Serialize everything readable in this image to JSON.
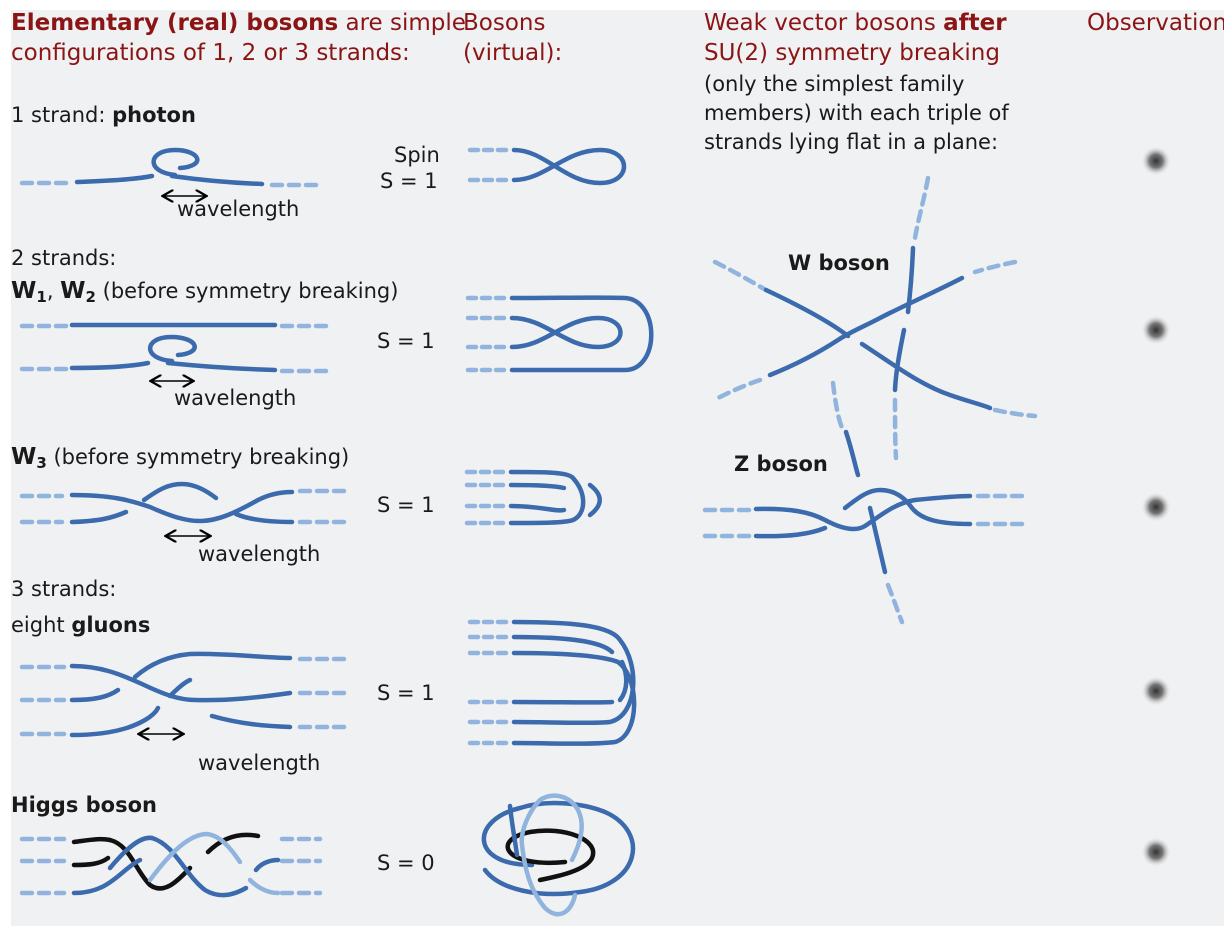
{
  "headers": {
    "elementary_bold": "Elementary (real) bosons",
    "elementary_rest1": " are simple",
    "elementary_line2": "configurations of 1, 2 or 3 strands:",
    "virtual_line1": "Bosons",
    "virtual_line2": "(virtual):",
    "weak_line1_a": "Weak vector bosons ",
    "weak_line1_bold": "after",
    "weak_line2": "SU(2) symmetry breaking",
    "weak_line3": "(only the simplest family",
    "weak_line4": "members) with each triple of",
    "weak_line5": "strands lying flat in a plane:",
    "observation": "Observation"
  },
  "rows": {
    "photon": {
      "prefix": "1 strand: ",
      "name": "photon",
      "wavelength": "wavelength",
      "spin_word": "Spin",
      "spin": "S = 1"
    },
    "w12": {
      "prefix": "2 strands:",
      "w": "W",
      "sub1": "1",
      "sep": ", ",
      "sub2": "2",
      "suffix": " (before symmetry breaking)",
      "wavelength": "wavelength",
      "spin": "S = 1"
    },
    "w3": {
      "w": "W",
      "sub": "3",
      "suffix": " (before symmetry breaking)",
      "wavelength": "wavelength",
      "spin": "S = 1"
    },
    "gluons": {
      "prefix": "3 strands:",
      "line2_pre": "eight ",
      "name": "gluons",
      "wavelength": "wavelength",
      "spin": "S = 1"
    },
    "higgs": {
      "name": "Higgs boson",
      "spin": "S = 0"
    }
  },
  "weak_labels": {
    "w_boson": "W boson",
    "z_boson": "Z boson"
  },
  "colors": {
    "strand": "#3b6aad",
    "strand_light": "#90b4dd",
    "heading_red": "#8b1414",
    "higgs_dark": "#111111",
    "panel_bg": "#f0f1f3"
  }
}
